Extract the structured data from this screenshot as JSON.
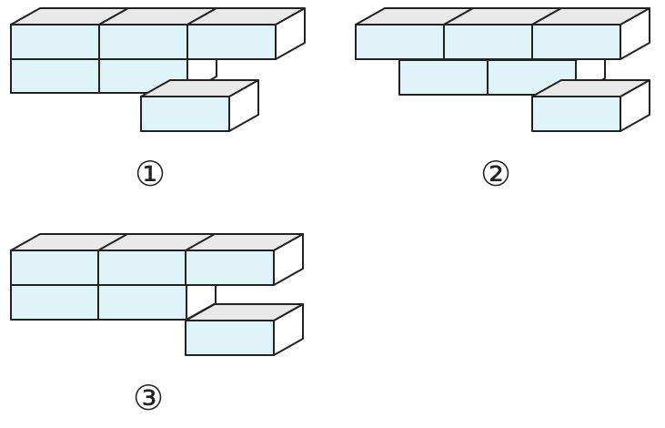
{
  "colors": {
    "front": "#dff4f8",
    "top": "#e9e9e9",
    "side": "#ffffff",
    "stroke": "#222222"
  },
  "figures": [
    {
      "id": "figure-1",
      "label": "①"
    },
    {
      "id": "figure-2",
      "label": "②"
    },
    {
      "id": "figure-3",
      "label": "③"
    }
  ]
}
